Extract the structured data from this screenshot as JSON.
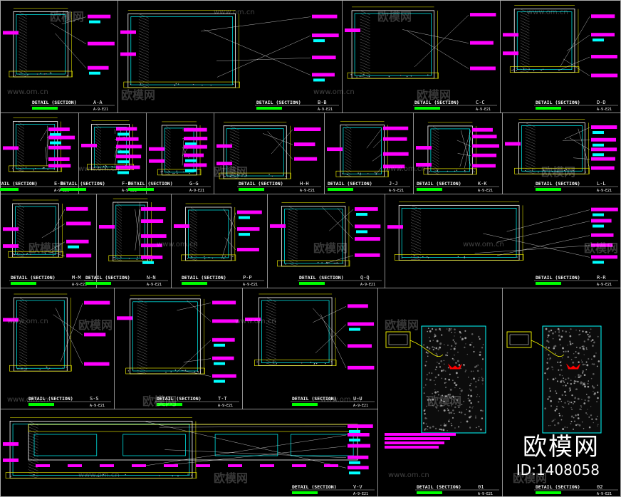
{
  "sheet": {
    "background": "#000000",
    "line_colors": {
      "frame": "#ffffff",
      "section": "#00ffff",
      "hatch": "#ffff00",
      "tag": "#ff00ff",
      "scale": "#00ff00",
      "accent": "#ff0000"
    },
    "title_word": "DETAIL (SECTION)",
    "ref_code": "A-9-E21",
    "details": [
      {
        "mark": "A-A"
      },
      {
        "mark": "B-B"
      },
      {
        "mark": "C-C"
      },
      {
        "mark": "D-D"
      },
      {
        "mark": "E-E"
      },
      {
        "mark": "F-F"
      },
      {
        "mark": "G-G"
      },
      {
        "mark": "H-H"
      },
      {
        "mark": "J-J"
      },
      {
        "mark": "K-K"
      },
      {
        "mark": "L-L"
      },
      {
        "mark": "M-M"
      },
      {
        "mark": "N-N"
      },
      {
        "mark": "P-P"
      },
      {
        "mark": "Q-Q"
      },
      {
        "mark": "R-R"
      },
      {
        "mark": "S-S"
      },
      {
        "mark": "T-T"
      },
      {
        "mark": "U-U"
      },
      {
        "mark": "V-V"
      },
      {
        "mark": "01"
      },
      {
        "mark": "02"
      }
    ]
  },
  "watermark": {
    "logo_text": "欧模网",
    "url_text": "www.om.cn",
    "brand": "欧模网",
    "id_label": "ID:1408058"
  }
}
